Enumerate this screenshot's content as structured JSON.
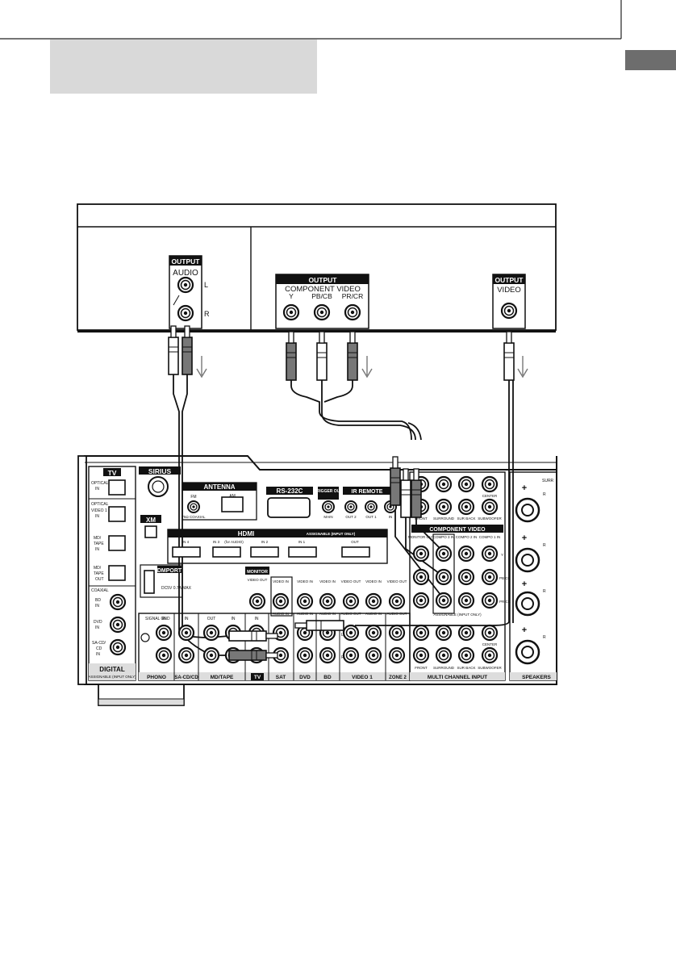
{
  "source_panel": {
    "audio_output": {
      "tag": "OUTPUT",
      "name": "AUDIO",
      "left": "L",
      "right": "R"
    },
    "component_output": {
      "tag": "OUTPUT",
      "name": "COMPONENT VIDEO",
      "y": "Y",
      "pb": "PB/CB",
      "pr": "PR/CR"
    },
    "video_output": {
      "tag": "OUTPUT",
      "name": "VIDEO"
    }
  },
  "receiver": {
    "tv": "TV",
    "sirius": "SIRIUS",
    "antenna": "ANTENNA",
    "fm": "FM",
    "fm_sub": "75Ω COAXIAL",
    "am": "AM",
    "rs232c": "RS-232C",
    "trigger_out": "TRIGGER OUT",
    "trigger_main": "MAIN",
    "ir_remote": "IR REMOTE",
    "ir_out2": "OUT 2",
    "ir_out1": "OUT 1",
    "ir_in": "IN",
    "xm": "XM",
    "dmport": "DMPORT",
    "dmport_sub": "DC5V 0.7A MAX",
    "hdmi": "HDMI",
    "hdmi_assignable": "ASSIGNABLE (INPUT ONLY)",
    "hdmi_ports": [
      "IN 4",
      "IN 3",
      "(for AUDIO)",
      "IN 2",
      "IN 1",
      "OUT"
    ],
    "optical_labels": [
      "OPTICAL",
      "IN",
      "OPTICAL",
      "VIDEO 1",
      "IN",
      "MD/",
      "TAPE",
      "IN",
      "MD/",
      "TAPE",
      "OUT"
    ],
    "coaxial": "COAXIAL",
    "coax_labels": [
      "BD",
      "IN",
      "DVD",
      "IN",
      "SA-CD/",
      "CD",
      "IN"
    ],
    "digital": "DIGITAL",
    "digital_sub": "ASSIGNABLE (INPUT ONLY)",
    "signal_gnd": "SIGNAL GND",
    "monitor": "MONITOR",
    "video_out": "VIDEO OUT",
    "video_in": "VIDEO IN",
    "audio_in": "AUDIO IN",
    "audio_out": "AUDIO OUT",
    "in": "IN",
    "out": "OUT",
    "l": "L",
    "r": "R",
    "section_names": [
      "PHONO",
      "SA-CD/CD",
      "MD/TAPE",
      "TV",
      "SAT",
      "DVD",
      "BD",
      "VIDEO 1",
      "ZONE 2",
      "MULTI CHANNEL INPUT",
      "SPEAKERS"
    ],
    "component_video": "COMPONENT VIDEO",
    "component_assignable": "ASSIGNABLE (INPUT ONLY)",
    "component_cols": [
      "MONITOR OUT",
      "COMPO 3 IN",
      "COMPO 2 IN",
      "COMPO 1 IN"
    ],
    "component_rows": [
      "Y",
      "PB CB",
      "PR CR"
    ],
    "multi_top": [
      "FRONT",
      "SURROUND",
      "SUR BACK",
      "SUBWOOFER"
    ],
    "center": "CENTER",
    "multi_bottom": [
      "FRONT",
      "SURROUND",
      "SUR BACK",
      "SUBWOOFER"
    ],
    "surround": "SURR",
    "plus": "+"
  }
}
